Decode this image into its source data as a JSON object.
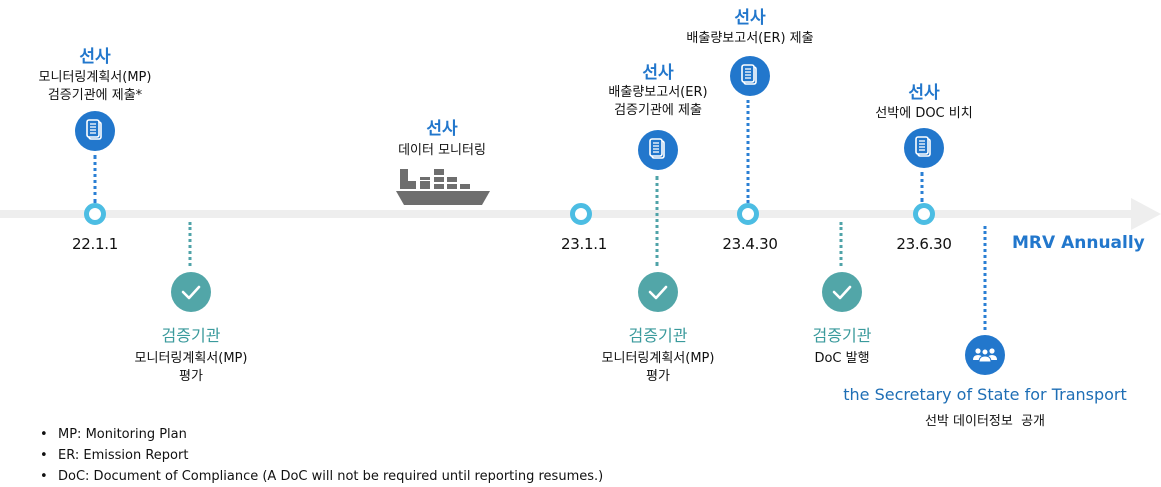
{
  "colors": {
    "shipowner_blue": "#2277cc",
    "verifier_teal": "#52a6a8",
    "node_cyan": "#4cbde3",
    "axis_gray": "#eeeeee",
    "ship_gray": "#6e6e6e"
  },
  "timeline": {
    "end_label": "MRV Annually",
    "dates": [
      "22.1.1",
      "23.1.1",
      "23.4.30",
      "23.6.30"
    ]
  },
  "shipowner_events": [
    {
      "actor": "선사",
      "lines": [
        "모니터링계획서(MP)",
        "검증기관에 제출*"
      ],
      "icon": "document-icon",
      "date": "22.1.1"
    },
    {
      "actor": "선사",
      "lines": [
        "데이터 모니터링"
      ],
      "icon": "ship-icon"
    },
    {
      "actor": "선사",
      "lines": [
        "배출량보고서(ER)",
        "검증기관에 제출"
      ],
      "icon": "document-icon"
    },
    {
      "actor": "선사",
      "lines": [
        "배출량보고서(ER) 제출"
      ],
      "icon": "document-icon",
      "date": "23.4.30"
    },
    {
      "actor": "선사",
      "lines": [
        "선박에 DOC 비치"
      ],
      "icon": "document-icon",
      "date": "23.6.30"
    }
  ],
  "verifier_events": [
    {
      "actor": "검증기관",
      "lines": [
        "모니터링계획서(MP)",
        "평가"
      ],
      "icon": "check-icon"
    },
    {
      "actor": "검증기관",
      "lines": [
        "모니터링계획서(MP)",
        "평가"
      ],
      "icon": "check-icon"
    },
    {
      "actor": "검증기관",
      "lines": [
        "DoC 발행"
      ],
      "icon": "check-icon"
    }
  ],
  "authority_event": {
    "actor": "the Secretary of State for Transport",
    "lines": [
      "선박 데이터정보  공개"
    ],
    "icon": "people-icon"
  },
  "notes": [
    "MP: Monitoring Plan",
    "ER: Emission Report",
    "DoC: Document of Compliance (A DoC will not be required until reporting resumes.)"
  ]
}
